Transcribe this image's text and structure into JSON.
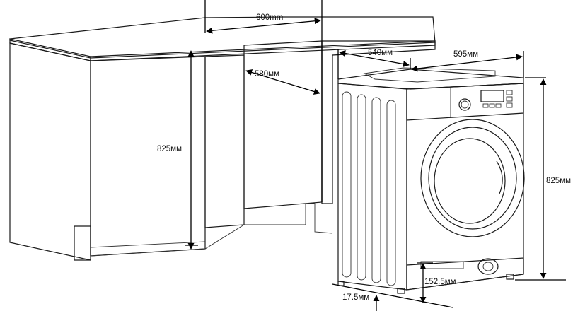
{
  "dimensions": {
    "cabinet_width": "600mm",
    "cabinet_depth": "580мм",
    "cabinet_height": "825мм",
    "machine_depth": "540мм",
    "machine_width": "595мм",
    "machine_height": "825мм",
    "plinth_height": "152.5мм",
    "foot_offset": "17.5мм"
  },
  "colors": {
    "line": "#1a1a1a",
    "fill_light": "#f7f7f7",
    "fill_mid": "#ececec",
    "fill_dark": "#dcdcdc"
  }
}
